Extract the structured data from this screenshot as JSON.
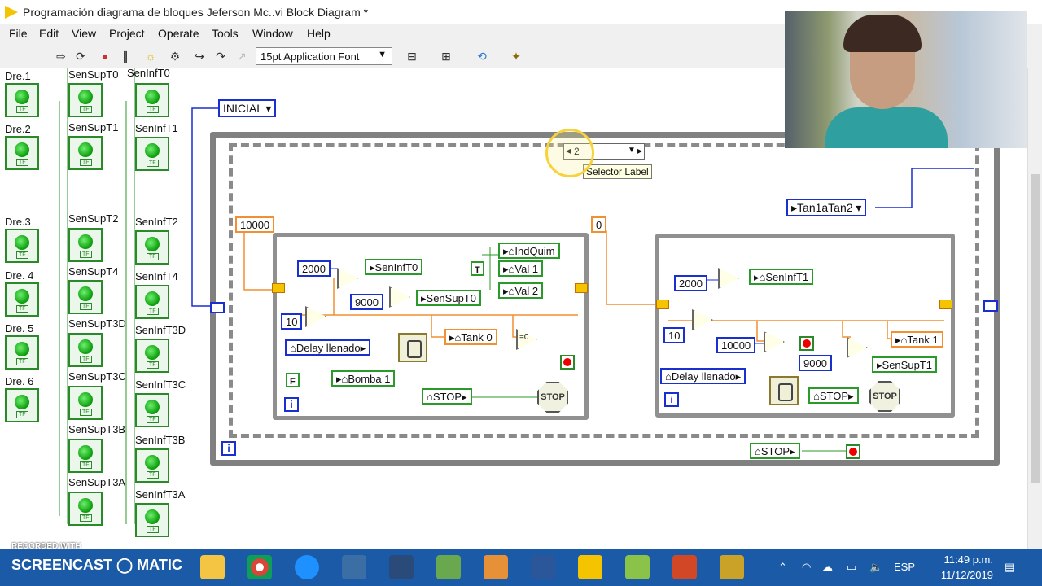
{
  "window": {
    "title": "Programación diagrama de bloques Jeferson Mc..vi Block Diagram *"
  },
  "menu": [
    "File",
    "Edit",
    "View",
    "Project",
    "Operate",
    "Tools",
    "Window",
    "Help"
  ],
  "toolbar": {
    "font": "15pt Application Font"
  },
  "indicators_col1": [
    "Dre.1",
    "Dre.2",
    "Dre.3",
    "Dre. 4",
    "Dre. 5",
    "Dre. 6"
  ],
  "indicators_col2": [
    "SenSupT0",
    "SenSupT1",
    "SenSupT2",
    "SenSupT4",
    "SenSupT3D",
    "SenSupT3C",
    "SenSupT3B",
    "SenSupT3A"
  ],
  "indicators_col3": [
    "SenInfT0",
    "SenInfT1",
    "SenInfT2",
    "SenInfT4",
    "SenInfT3D",
    "SenInfT3C",
    "SenInfT3B",
    "SenInfT3A"
  ],
  "diagram": {
    "inicial": "INICIAL",
    "selector": "2",
    "tooltip": "Selector Label",
    "tan1atan2": "Tan1aTan2",
    "left_loop": {
      "const_10000": "10000",
      "const_2000": "2000",
      "const_9000": "9000",
      "const_10": "10",
      "seninft0": "SenInfT0",
      "sensupt0": "SenSupT0",
      "indquim": "IndQuim",
      "val1": "Val 1",
      "val2": "Val 2",
      "tank0": "Tank 0",
      "eq0": "=0",
      "delay": "Delay llenado",
      "bomba": "Bomba 1",
      "stop": "STOP",
      "f_const": "F",
      "t_const": "T"
    },
    "right_loop": {
      "const_0": "0",
      "const_2000": "2000",
      "const_10000": "10000",
      "const_9000": "9000",
      "const_10": "10",
      "seninft1": "SenInfT1",
      "tank1": "Tank 1",
      "sensupt1": "SenSupT1",
      "delay": "Delay llenado",
      "stop": "STOP"
    },
    "outer_stop": "STOP",
    "stop_label": "STOP"
  },
  "watermark": "RECORDED WITH",
  "taskbar": {
    "brand": "SCREENCAST ◯ MATIC",
    "lang": "ESP",
    "time": "11:49 p.m.",
    "date": "11/12/2019"
  }
}
